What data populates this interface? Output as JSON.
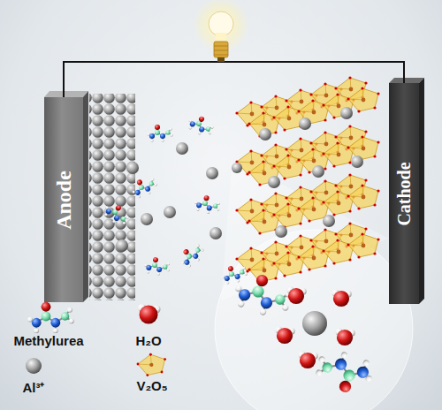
{
  "diagram": {
    "nodes": [
      {
        "text": [
          "Anode"
        ]
      },
      {
        "text": [
          "Cathode"
        ]
      }
    ],
    "edges": [
      {
        "from": 0,
        "to": 1,
        "arrow": "none"
      }
    ],
    "legend": [
      {
        "text": "Methylurea"
      },
      {
        "text": "H₂O"
      },
      {
        "text": "Al³⁺"
      },
      {
        "text": "V₂O₅"
      }
    ]
  }
}
